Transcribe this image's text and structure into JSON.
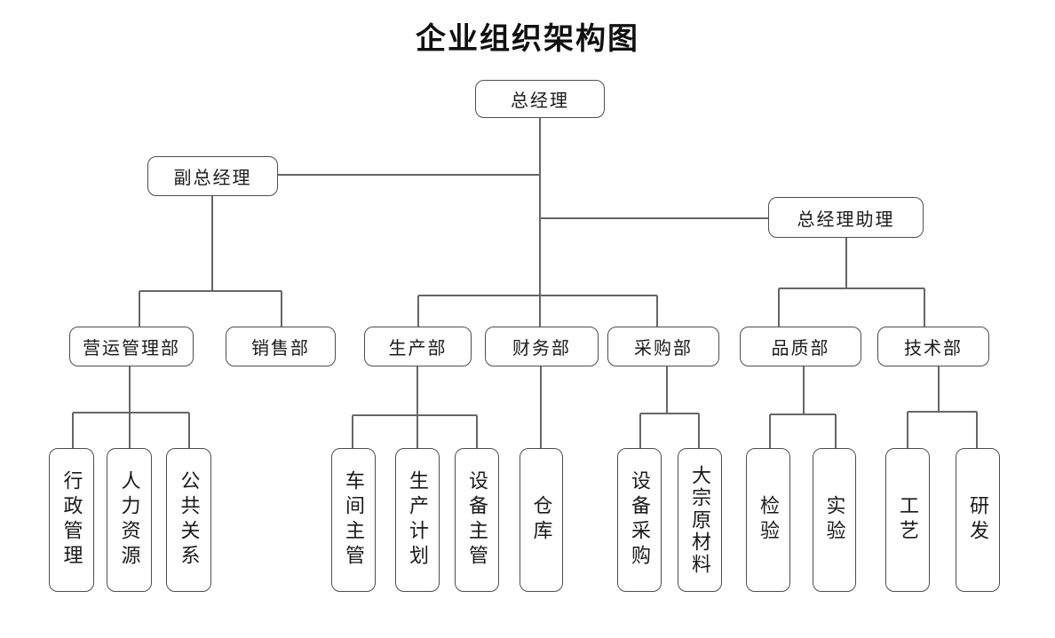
{
  "title": "企业组织架构图",
  "org": {
    "root": {
      "label": "总经理"
    },
    "deputy": {
      "label": "副总经理"
    },
    "assistant": {
      "label": "总经理助理"
    },
    "departments": [
      {
        "label": "营运管理部",
        "children": [
          "行政管理",
          "人力资源",
          "公共关系"
        ]
      },
      {
        "label": "销售部",
        "children": []
      },
      {
        "label": "生产部",
        "children": [
          "车间主管",
          "生产计划",
          "设备主管"
        ]
      },
      {
        "label": "财务部",
        "children": [
          "仓库"
        ]
      },
      {
        "label": "采购部",
        "children": [
          "设备采购",
          "大宗原材料"
        ]
      },
      {
        "label": "品质部",
        "children": [
          "检验",
          "实验"
        ]
      },
      {
        "label": "技术部",
        "children": [
          "工艺",
          "研发"
        ]
      }
    ]
  },
  "colors": {
    "background": "#ffffff",
    "line": "#666666",
    "box_border": "#4d4d4d",
    "text": "#1a1a1a"
  }
}
